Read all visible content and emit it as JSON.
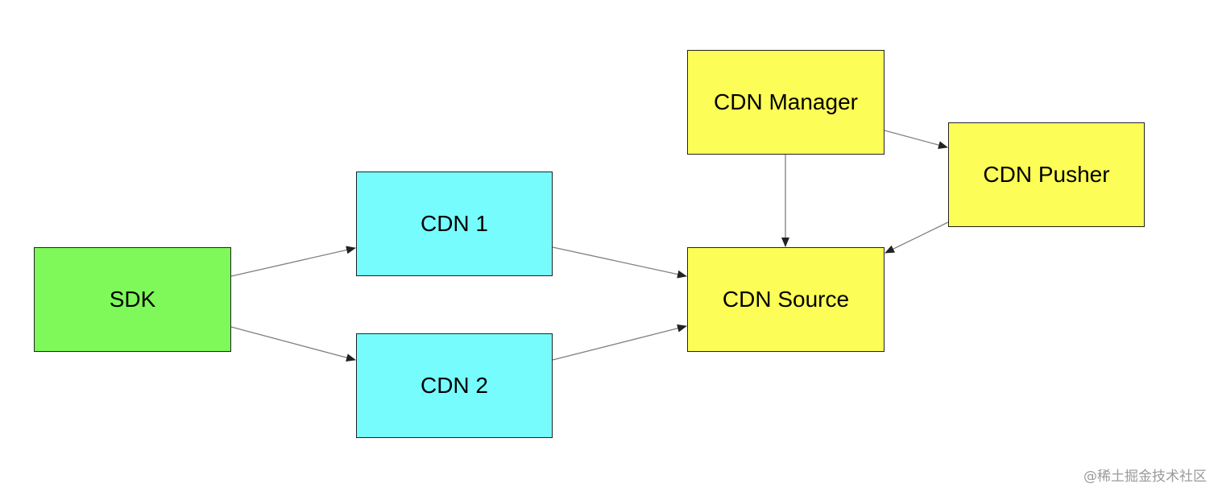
{
  "colors": {
    "sdk": "#7ff95a",
    "cdn_edge": "#76fcfc",
    "cdn_core": "#fdfd57",
    "edge_line": "#808080",
    "border": "#222222"
  },
  "nodes": {
    "sdk": "SDK",
    "cdn1": "CDN 1",
    "cdn2": "CDN 2",
    "source": "CDN Source",
    "manager": "CDN Manager",
    "pusher": "CDN Pusher"
  },
  "edges": [
    {
      "from": "SDK",
      "to": "CDN 1"
    },
    {
      "from": "SDK",
      "to": "CDN 2"
    },
    {
      "from": "CDN 1",
      "to": "CDN Source"
    },
    {
      "from": "CDN 2",
      "to": "CDN Source"
    },
    {
      "from": "CDN Manager",
      "to": "CDN Source"
    },
    {
      "from": "CDN Manager",
      "to": "CDN Pusher"
    },
    {
      "from": "CDN Pusher",
      "to": "CDN Source"
    }
  ],
  "watermark": "@稀土掘金技术社区"
}
